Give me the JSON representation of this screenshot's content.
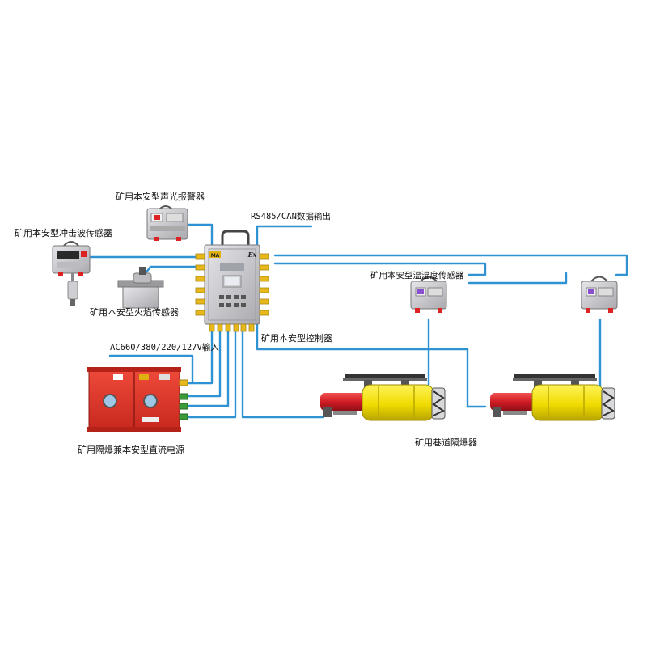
{
  "labels": {
    "alarm": "矿用本安型声光报警器",
    "shock_sensor": "矿用本安型冲击波传感器",
    "flame_sensor": "矿用本安型火焰传感器",
    "rs485_output": "RS485/CAN数据输出",
    "temp_humidity_sensor": "矿用本安型温湿度传感器",
    "controller": "矿用本安型控制器",
    "ac_input": "AC660/380/220/127V输入",
    "power_supply": "矿用隔爆兼本安型直流电源",
    "suppressor": "矿用巷道隔爆器"
  },
  "badges": {
    "ma": "MA",
    "ex": "Ex"
  },
  "colors": {
    "wire": "#2f93d3",
    "steel": "#c8c8cc",
    "steel_dark": "#8c8c92",
    "power_red": "#e0322b",
    "suppressor_yellow": "#f4e000",
    "cylinder_red": "#d4202a",
    "connector_yellow": "#e7b81c",
    "connector_green": "#3a9a3a"
  }
}
